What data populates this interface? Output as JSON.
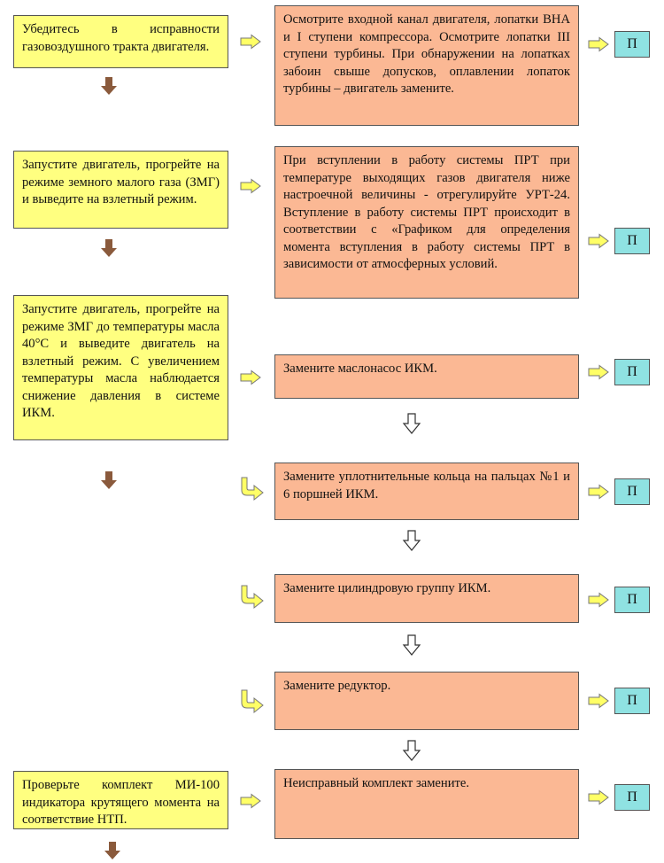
{
  "colors": {
    "condition_box": "#ffff80",
    "action_box": "#fbb894",
    "result_box": "#8fe2e2",
    "flow_arrow": "#ffff66",
    "down_arrow": "#8a5a3c"
  },
  "icons": {
    "right": "right-arrow-icon",
    "down": "down-arrow-icon",
    "hollow_down": "hollow-down-arrow-icon",
    "curved": "curved-arrow-icon"
  },
  "conditions": [
    "Убедитесь в исправности газовоздушного тракта двигателя.",
    "Запустите двигатель, прогрейте на режиме земного малого газа (ЗМГ) и выведите на взлетный режим.",
    "Запустите двигатель, прогрейте на режиме ЗМГ до температуры масла 40°С и выведите двигатель на взлетный режим. С увеличением температуры масла наблюдается снижение давления в системе ИКМ.",
    "Проверьте комплект МИ-100 индикатора крутящего момента на соответствие НТП."
  ],
  "actions": [
    "Осмотрите входной канал двигателя, лопатки ВНА и I ступени компрессора. Осмотрите лопатки III ступени турбины. При обнаружении на лопатках забоин свыше допусков, оплавлении лопаток турбины – двигатель замените.",
    "При вступлении в работу системы ПРТ при температуре выходящих газов двигателя ниже настроечной величины - отрегулируйте УРТ-24. Вступление в работу системы ПРТ происходит в соответствии с «Графиком для определения момента вступления в работу системы ПРТ в зависимости от атмосферных условий.",
    "Замените маслонасос ИКМ.",
    "Замените уплотнительные кольца на пальцах №1 и 6 поршней ИКМ.",
    "Замените цилиндровую группу ИКМ.",
    "Замените редуктор.",
    "Неисправный комплект замените."
  ],
  "result_label": "П"
}
